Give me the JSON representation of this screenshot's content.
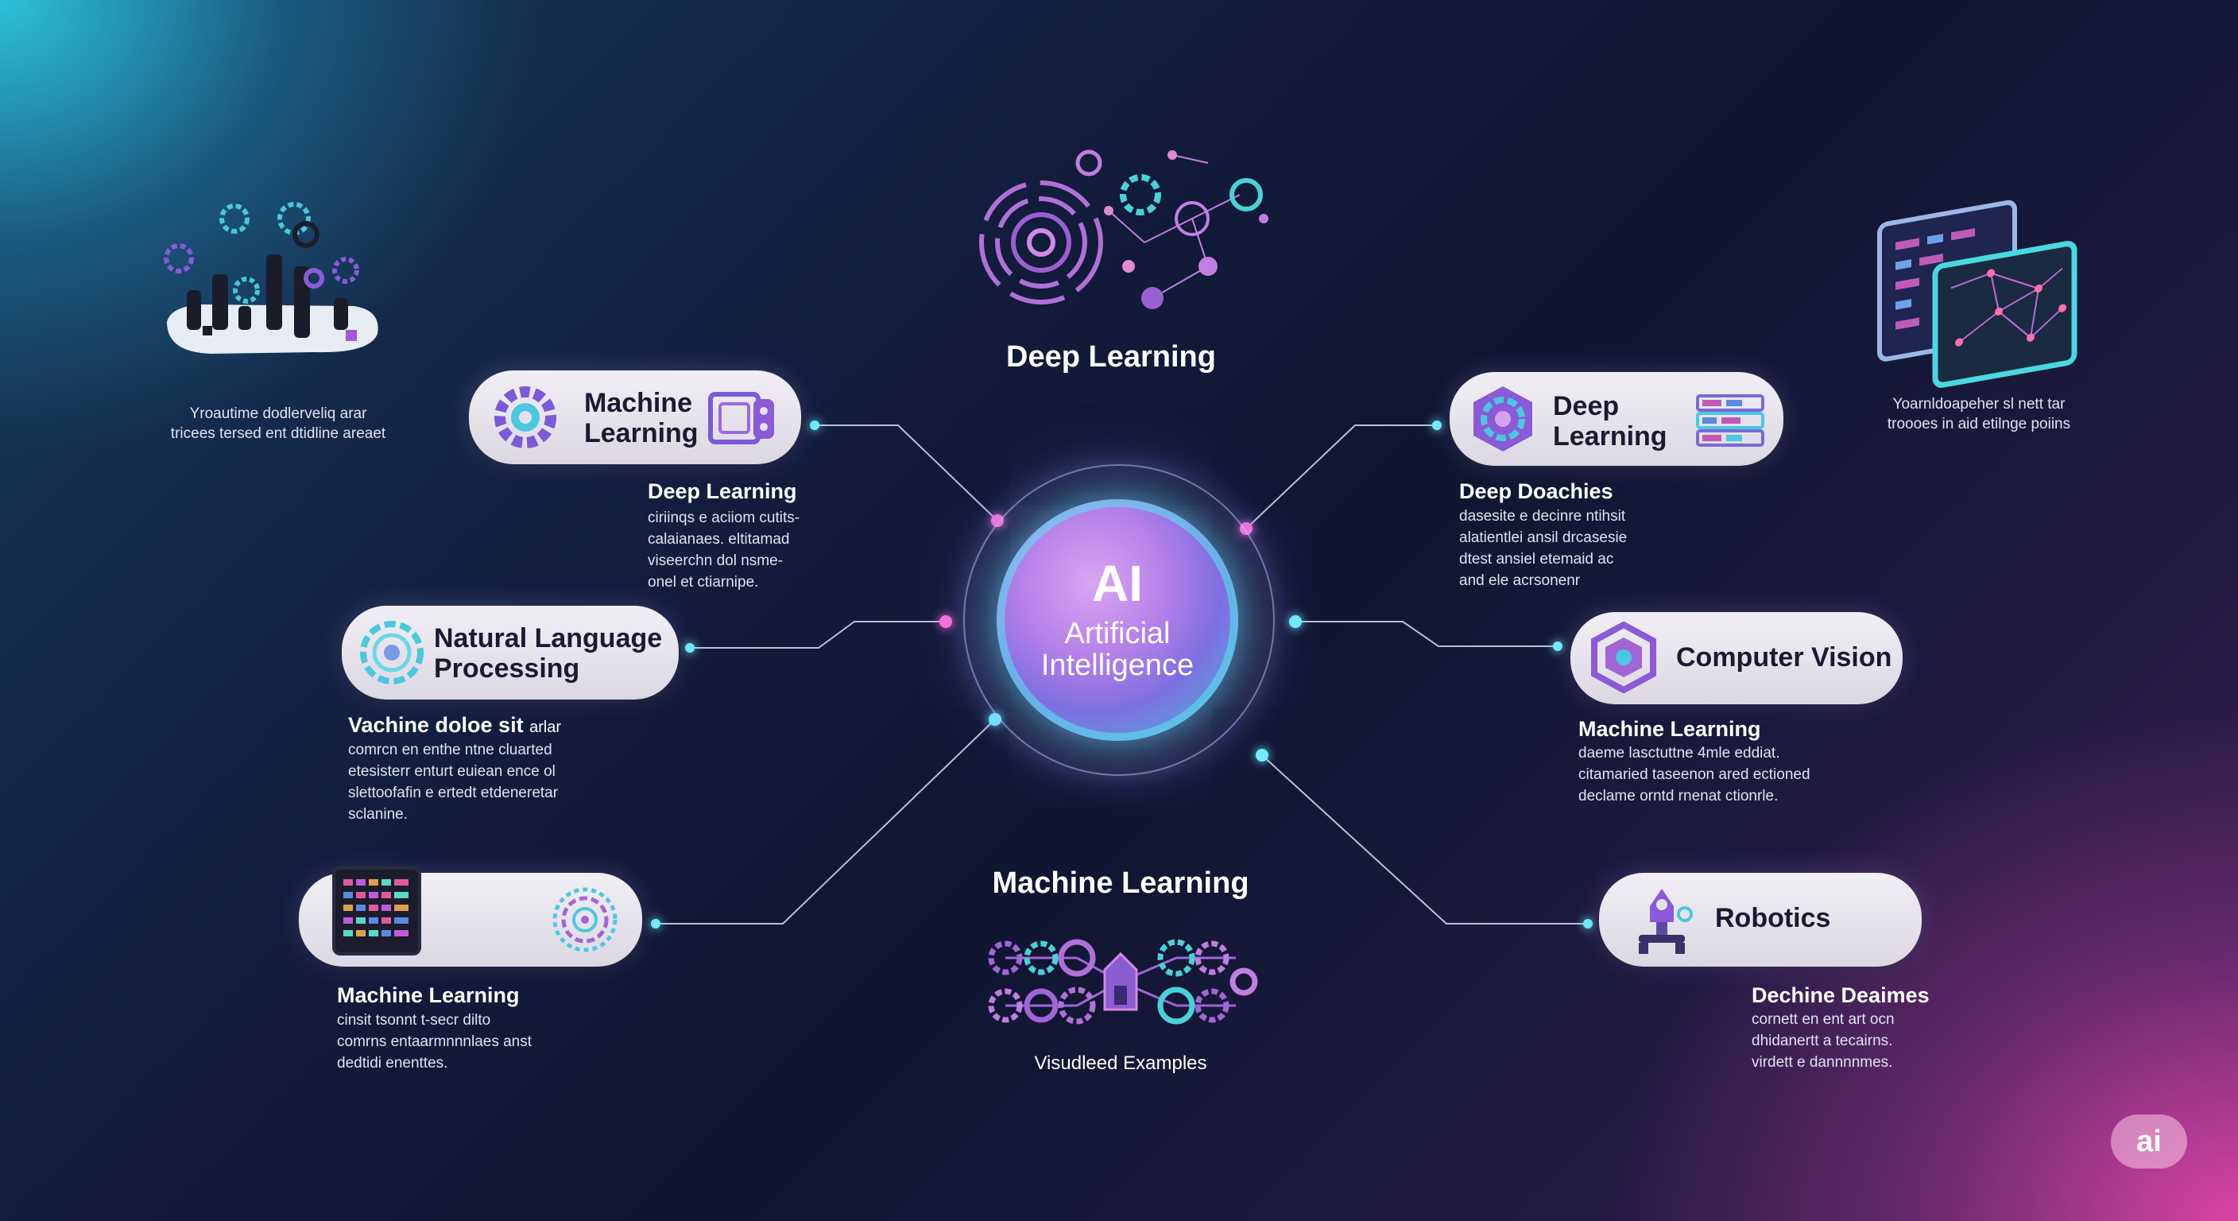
{
  "colors": {
    "cyan_glow": "#3fd6ea",
    "magenta_glow": "#e04fb0",
    "pill_bg": "#e6e2ec",
    "pill_text": "#1b1a33",
    "background_dark": "#11183a"
  },
  "center": {
    "title": "AI",
    "subtitle_line1": "Artificial",
    "subtitle_line2": "Intelligence"
  },
  "top": {
    "title": "Deep Learning",
    "icon": "neural-network-gears-icon"
  },
  "bottom": {
    "title": "Machine Learning",
    "caption": "Visudleed Examples",
    "icon": "hexagon-network-icon"
  },
  "left_top_illustration": {
    "icon": "isometric-gear-platform-icon",
    "caption_line1": "Yroautime dodlerveliq arar",
    "caption_line2": "tricees tersed ent dtidline areaet"
  },
  "right_top_illustration": {
    "icon": "data-screens-icon",
    "caption_line1": "Yoarnldoapeher sl nett tar",
    "caption_line2": "troooes in aid etilnge poiins"
  },
  "nodes": {
    "ml_top": {
      "label_line1": "Machine",
      "label_line2": "Learning",
      "icon_left": "gear-brain-icon",
      "icon_right": "circuit-chip-icon",
      "caption_title": "Deep Learning",
      "caption_body": "ciriinqs e aciiom cutits-\ncalaianaes. eltitamad\nviseerchn dol nsme-\nonel et ctiarnipe."
    },
    "nlp": {
      "label_line1": "Natural Language",
      "label_line2": "Processing",
      "icon_left": "speech-waves-icon",
      "caption_title": "Vachine doloe sit",
      "caption_title_suffix": "arlar",
      "caption_body": "comrcn en enthe ntne cluarted\netesisterr enturt euiean ence ol\nslettoofafin e ertedt etdeneretar\nsclanine."
    },
    "ml_bottom": {
      "icon_left": "dashboard-screen-icon",
      "icon_right": "circular-network-icon",
      "caption_title": "Machine Learning",
      "caption_body": "cinsit tsonnt t-secr dilto\ncomrns entaarmnnnlaes anst\ndedtidi enenttes."
    },
    "dl_right": {
      "label_line1": "Deep",
      "label_line2": "Learning",
      "icon_left": "hexagon-gear-icon",
      "icon_right": "server-blocks-icon",
      "caption_title": "Deep Doachies",
      "caption_body": "dasesite e decinre ntihsit\nalatientlei ansil drcasesie\ndtest ansiel etemaid ac\nand ele acrsonenr"
    },
    "cv": {
      "label": "Computer Vision",
      "icon_left": "camera-cube-icon",
      "caption_title": "Machine Learning",
      "caption_body": "daeme lasctuttne 4mle eddiat.\ncitamaried taseenon ared ectioned\ndeclame orntd rnenat ctionrle."
    },
    "robotics": {
      "label": "Robotics",
      "icon_left": "robot-arm-icon",
      "caption_title": "Dechine Deaimes",
      "caption_body": "cornett en ent art ocn\ndhidanertt a tecairns.\nvirdett e dannnnmes."
    }
  },
  "badge": "ai"
}
